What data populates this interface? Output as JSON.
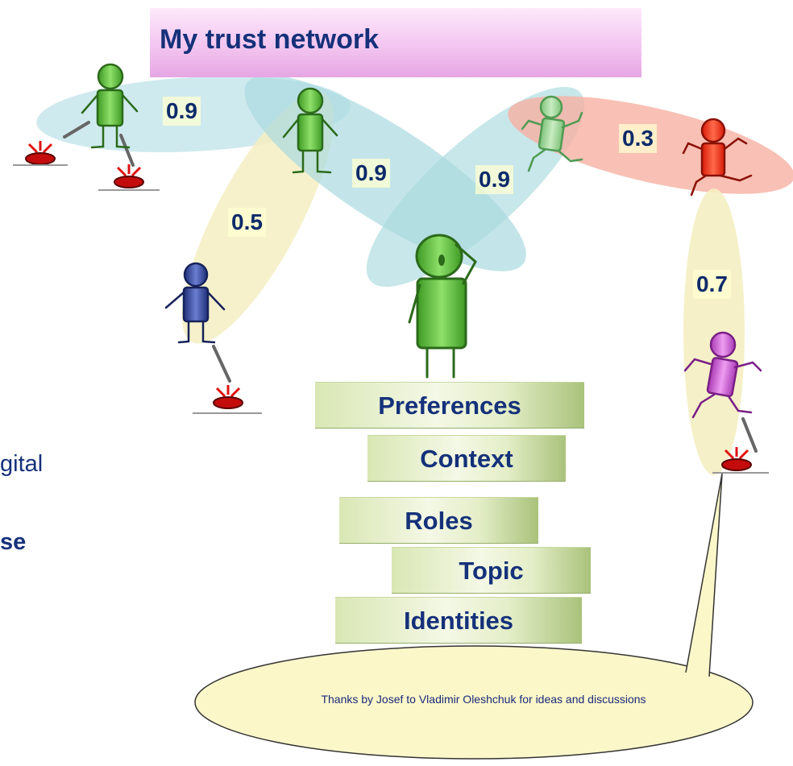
{
  "title": "My trust network",
  "weights": [
    "0.9",
    "0.9",
    "0.9",
    "0.3",
    "0.5",
    "0.7"
  ],
  "stack": [
    "Preferences",
    "Context",
    "Roles",
    "Topic",
    "Identities"
  ],
  "fragments": [
    "gital",
    "se"
  ],
  "callout": "Thanks by Josef to Vladimir Oleshchuk for ideas and discussions",
  "colors": {
    "green_figure": "#5cbf3c",
    "red_figure": "#f02a10",
    "blue_figure": "#2a3f8f",
    "magenta_figure": "#c94fd3",
    "title_text": "#15317a"
  }
}
